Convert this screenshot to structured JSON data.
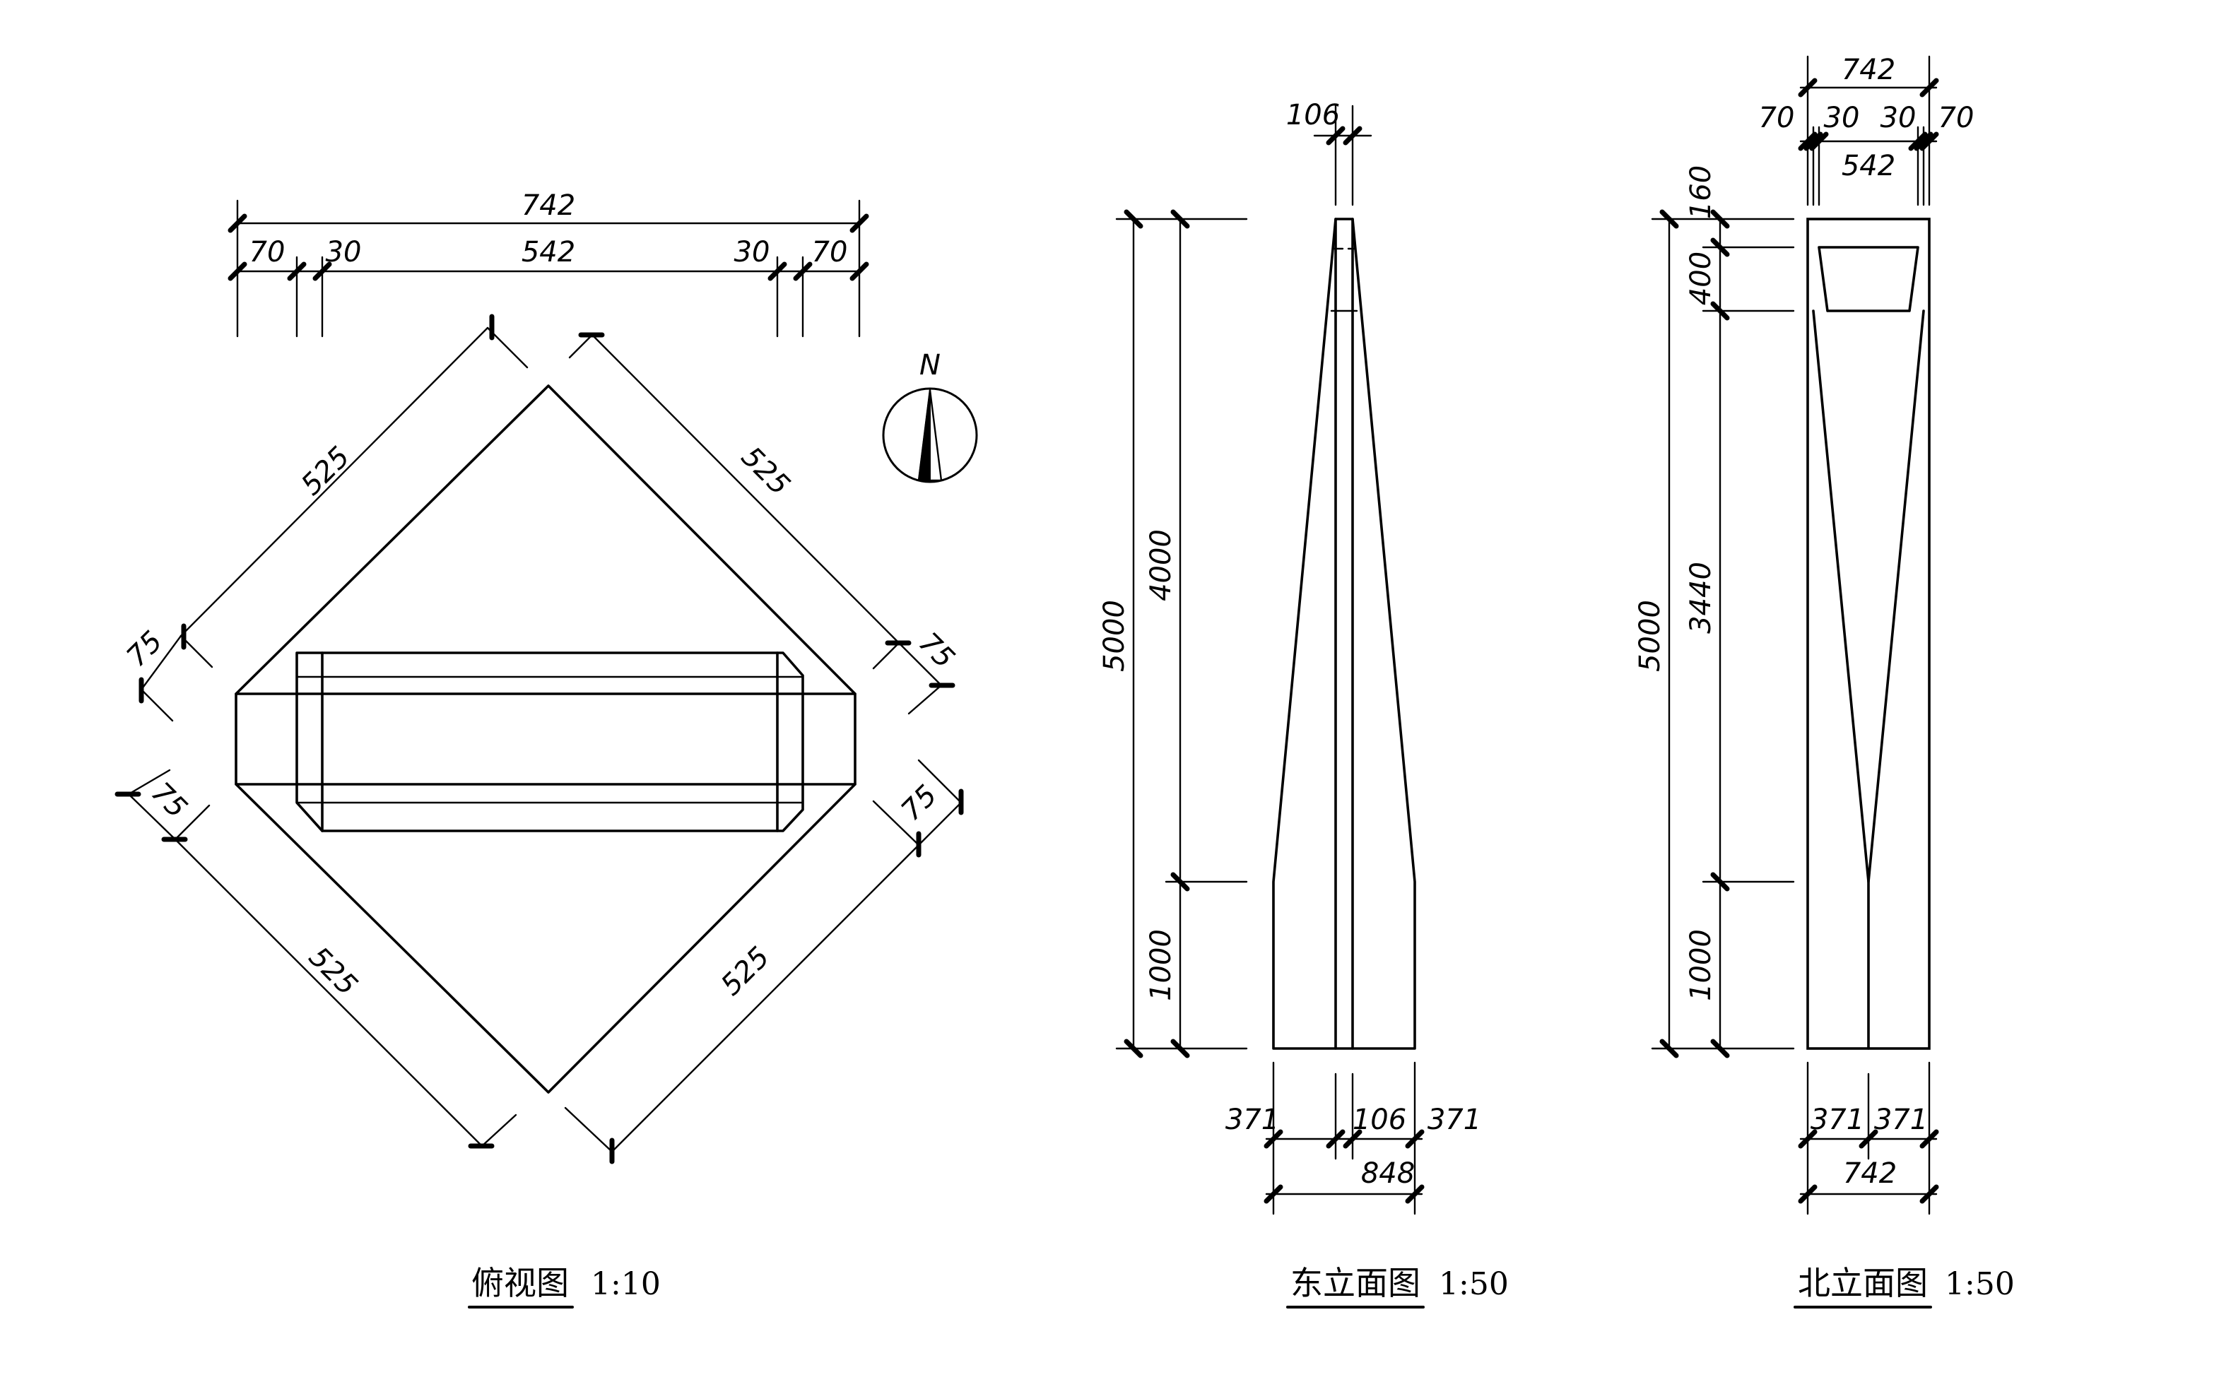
{
  "views": {
    "plan": {
      "title": "俯视图",
      "scale": "1:10",
      "dims": {
        "overall": "742",
        "edge_left": "70",
        "gap_left": "30",
        "inner": "542",
        "gap_right": "30",
        "edge_right": "70",
        "ul_side": "525",
        "ur_side": "525",
        "ll_side": "525",
        "lr_side": "525",
        "ul_offset": "75",
        "ur_offset": "75",
        "ll_offset": "75",
        "lr_offset": "75"
      },
      "north": "N"
    },
    "east": {
      "title": "东立面图",
      "scale": "1:50",
      "dims": {
        "top_width": "106",
        "total_height": "5000",
        "upper_height": "4000",
        "lower_height": "1000",
        "base_left": "371",
        "base_mid": "106",
        "base_right": "371",
        "base_total": "848"
      }
    },
    "north": {
      "title": "北立面图",
      "scale": "1:50",
      "dims": {
        "overall": "742",
        "edge_left": "70",
        "gap_left": "30",
        "gap_right": "30",
        "edge_right": "70",
        "inner": "542",
        "total_height": "5000",
        "cap_height": "160",
        "panel_height": "400",
        "taper_height": "3440",
        "lower_height": "1000",
        "base_left": "371",
        "base_right": "371",
        "base_total": "742"
      }
    }
  }
}
